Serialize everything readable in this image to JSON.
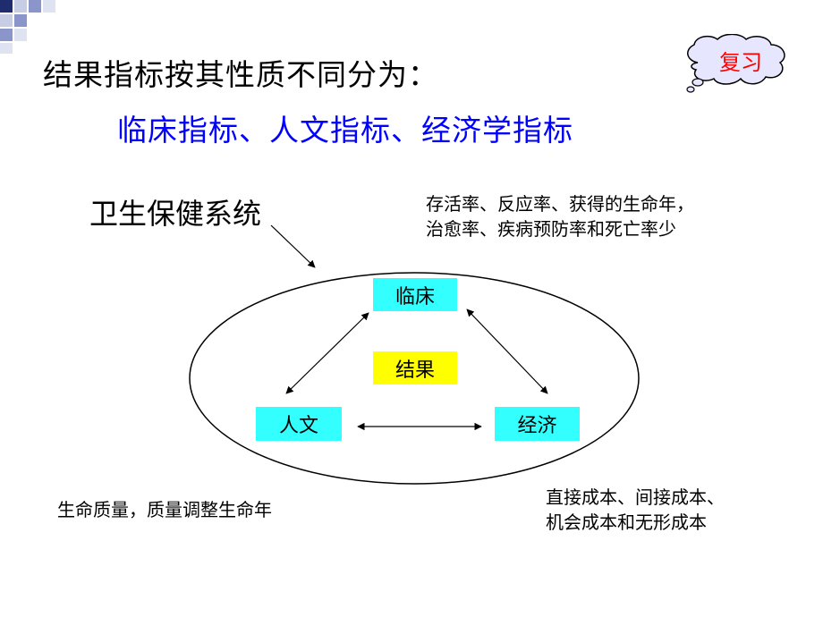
{
  "header": {
    "title": "结果指标按其性质不同分为：",
    "subtitle": "临床指标、人文指标、经济学指标"
  },
  "badge": {
    "label": "复习",
    "color": "#ff0000"
  },
  "diagram": {
    "system_label": "卫生保健系统",
    "nodes": {
      "clinical": "临床",
      "outcome": "结果",
      "humanistic": "人文",
      "economic": "经济"
    },
    "notes": {
      "clinical": [
        "存活率、反应率、获得的生命年，",
        "治愈率、疾病预防率和死亡率少"
      ],
      "humanistic": [
        "生命质量，质量调整生命年"
      ],
      "economic": [
        "直接成本、间接成本、",
        "机会成本和无形成本"
      ]
    }
  },
  "colors": {
    "subtitle": "#0000ff",
    "node_fill": "#33ffff",
    "center_fill": "#ffff00",
    "deco": "#1f2d6e"
  }
}
